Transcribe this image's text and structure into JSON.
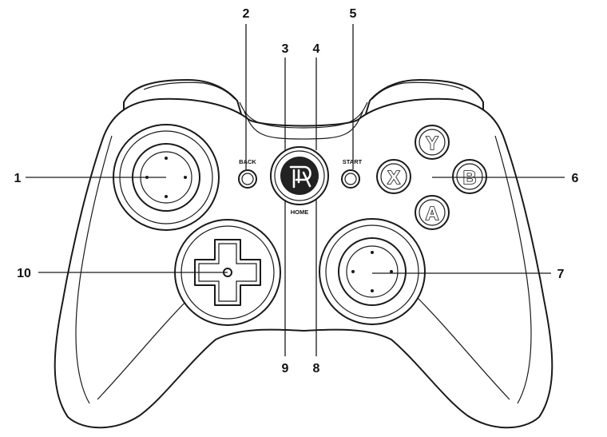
{
  "callouts": {
    "c1": "1",
    "c2": "2",
    "c3": "3",
    "c4": "4",
    "c5": "5",
    "c6": "6",
    "c7": "7",
    "c8": "8",
    "c9": "9",
    "c10": "10"
  },
  "button_labels": {
    "back": "BACK",
    "start": "START",
    "home": "HOME"
  },
  "face_buttons": {
    "y": "Y",
    "x": "X",
    "b": "B",
    "a": "A"
  },
  "colors": {
    "line": "#1a1a1a",
    "background": "#ffffff",
    "home_center": "#222222"
  }
}
